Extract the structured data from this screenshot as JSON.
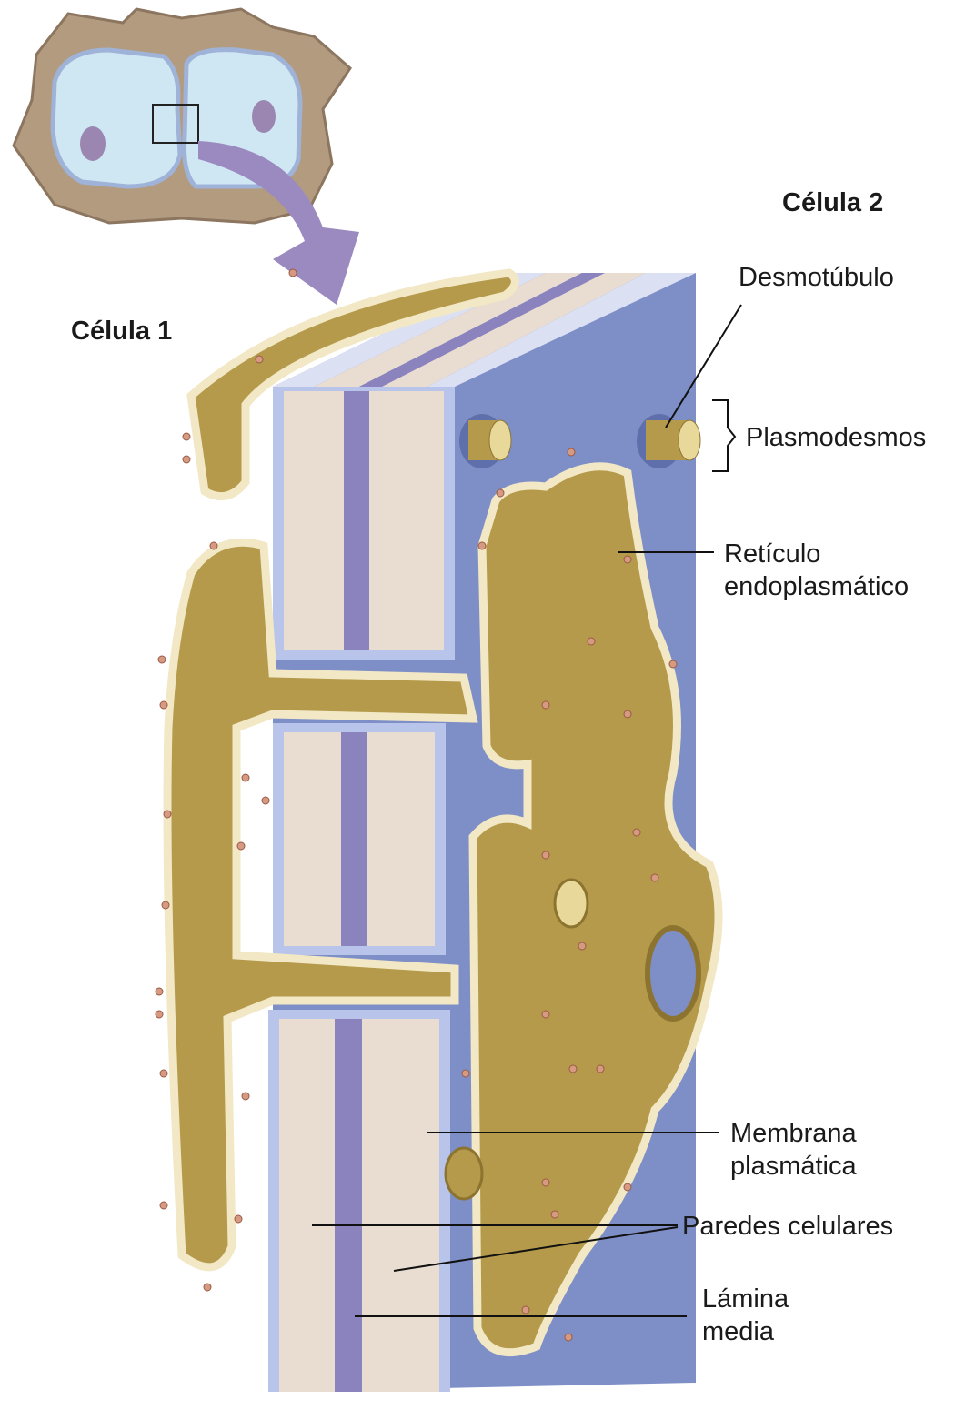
{
  "labels": {
    "cell2": "Célula 2",
    "cell1": "Célula 1",
    "desmotubule": "Desmotúbulo",
    "plasmodesmata": "Plasmodesmos",
    "er_line1": "Retículo",
    "er_line2": "endoplasmático",
    "membrane_line1": "Membrana",
    "membrane_line2": "plasmática",
    "cell_walls": "Paredes celulares",
    "middle_lamella_line1": "Lámina",
    "middle_lamella_line2": "media"
  },
  "colors": {
    "wall_blue": "#7e8fc7",
    "wall_face": "#e9ddd2",
    "lamella": "#8a83be",
    "er": "#b49a4a",
    "er_rim": "#f2e8c6",
    "cell_fill": "#cfe6f3",
    "cell_frame": "#b49c82",
    "nucleus": "#9a86b0",
    "arrow": "#9a8ac0"
  }
}
